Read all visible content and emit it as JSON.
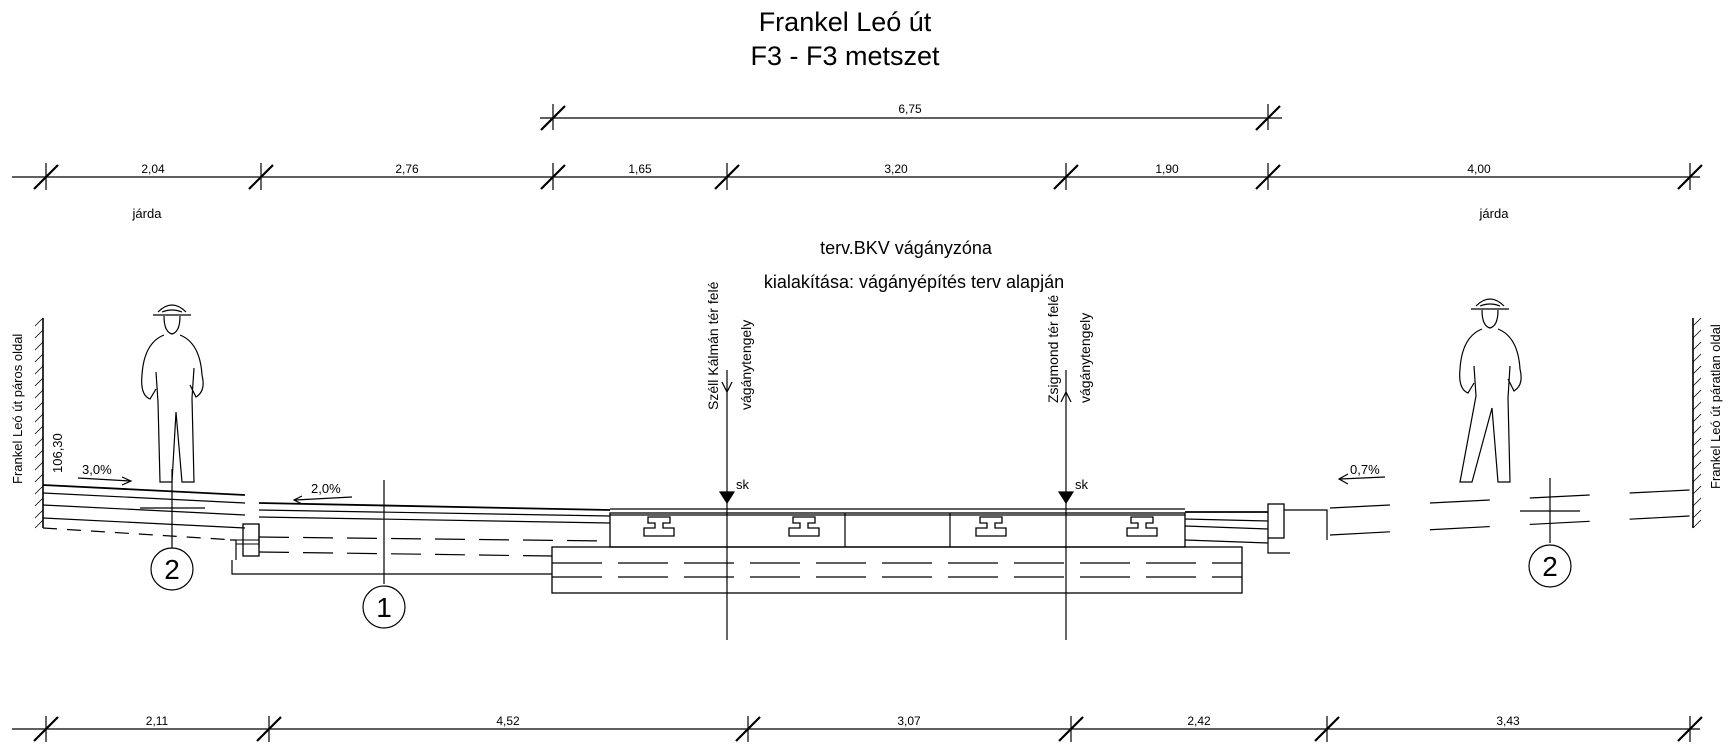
{
  "title": {
    "line1": "Frankel Leó út",
    "line2": "F3 - F3 metszet"
  },
  "dims_overall": {
    "value": "6,75"
  },
  "dims_top": [
    "2,04",
    "2,76",
    "1,65",
    "3,20",
    "1,90",
    "4,00"
  ],
  "dims_bottom": [
    "2,11",
    "4,52",
    "3,07",
    "2,42",
    "3,43"
  ],
  "zone_labels": {
    "left": "járda",
    "right": "járda"
  },
  "track_zone": {
    "line1": "terv.BKV vágányzóna",
    "line2": "kialakítása: vágányépítés terv alapján"
  },
  "tracks": {
    "left": {
      "line1": "Széll Kálmán tér felé",
      "line2": "vágánytengely",
      "marker": "sk"
    },
    "right": {
      "line1": "Zsigmond tér felé",
      "line2": "vágánytengely",
      "marker": "sk"
    }
  },
  "sides": {
    "left": "Frankel Leó út páros oldal",
    "right": "Frankel Leó út páratlan oldal"
  },
  "elevation": "106,30",
  "slopes": {
    "left": "3,0%",
    "middle": "2,0%",
    "right": "0,7%"
  },
  "layers": {
    "one": "1",
    "two": "2"
  }
}
